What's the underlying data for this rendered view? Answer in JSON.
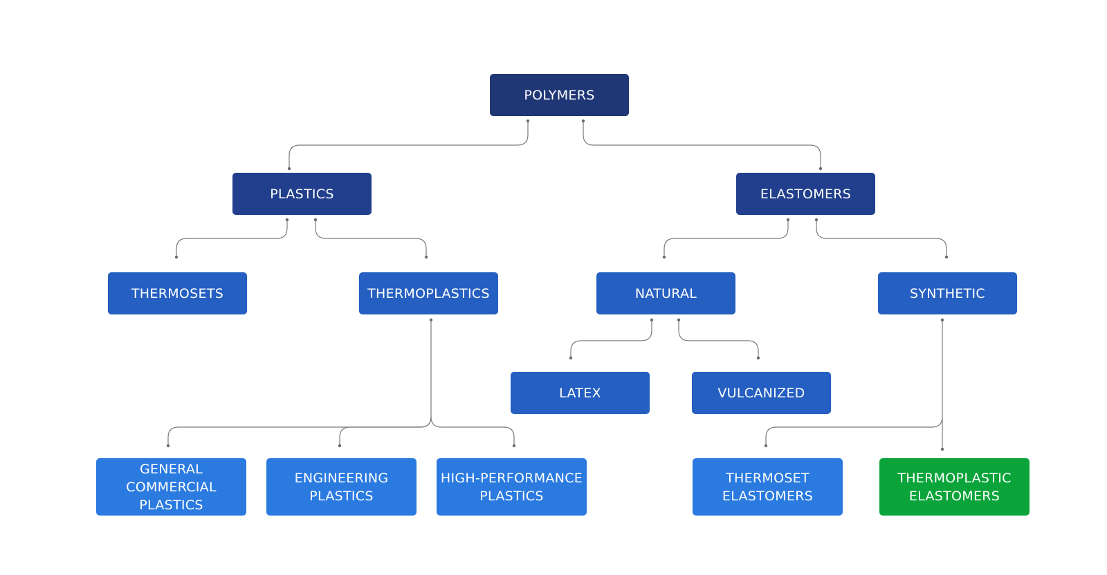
{
  "colors": {
    "level1": "#1f3775",
    "level2": "#213f8c",
    "level3": "#245fc1",
    "level4": "#2a7ae0",
    "highlight": "#0aa43a",
    "connector": "#7a7a7a"
  },
  "diagram": {
    "root": "POLYMERS",
    "plastics": "PLASTICS",
    "elastomers": "ELASTOMERS",
    "thermosets": "THERMOSETS",
    "thermoplastics": "THERMOPLASTICS",
    "natural": "NATURAL",
    "synthetic": "SYNTHETIC",
    "latex": "LATEX",
    "vulcanized": "VULCANIZED",
    "general_commercial_plastics": "GENERAL\nCOMMERCIAL\nPLASTICS",
    "engineering_plastics": "ENGINEERING\nPLASTICS",
    "high_performance_plastics": "HIGH-PERFORMANCE\nPLASTICS",
    "thermoset_elastomers": "THERMOSET\nELASTOMERS",
    "thermoplastic_elastomers": "THERMOPLASTIC\nELASTOMERS"
  }
}
